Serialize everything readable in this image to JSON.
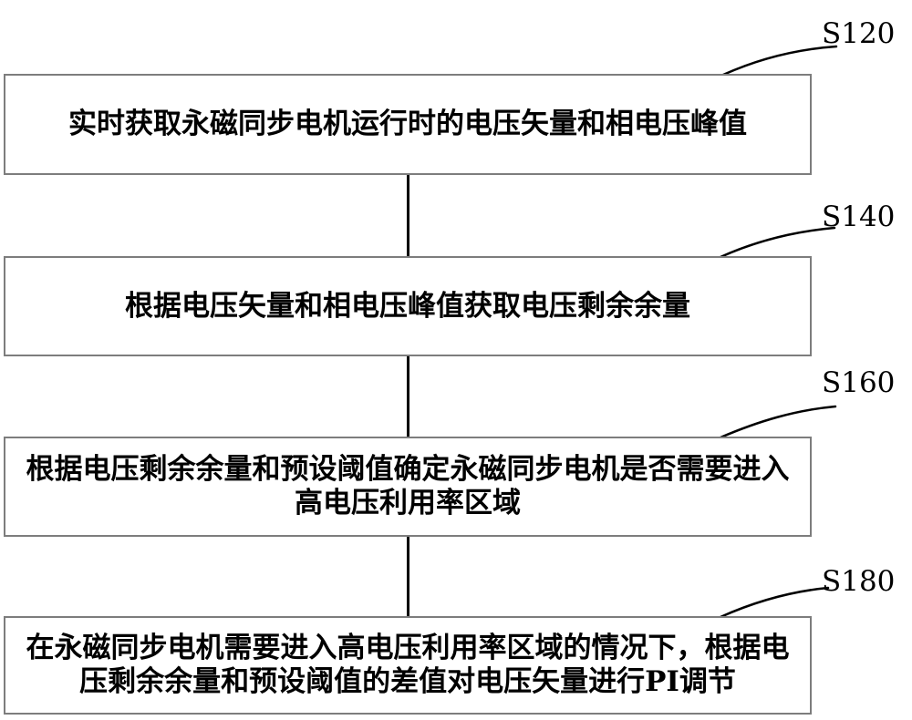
{
  "flowchart": {
    "background_color": "#ffffff",
    "box_border_color": "#7d7d7d",
    "line_color": "#000000",
    "text_color": "#000000",
    "steps": [
      {
        "label": "S120",
        "lines": [
          "实时获取永磁同步电机运行时的电压矢量和相电压峰值"
        ]
      },
      {
        "label": "S140",
        "lines": [
          "根据电压矢量和相电压峰值获取电压剩余余量"
        ]
      },
      {
        "label": "S160",
        "lines": [
          "根据电压剩余余量和预设阈值确定永磁同步电机是否需要进入",
          "高电压利用率区域"
        ]
      },
      {
        "label": "S180",
        "lines": [
          "在永磁同步电机需要进入高电压利用率区域的情况下，根据电",
          "压剩余余量和预设阈值的差值对电压矢量进行PI调节"
        ]
      }
    ]
  }
}
